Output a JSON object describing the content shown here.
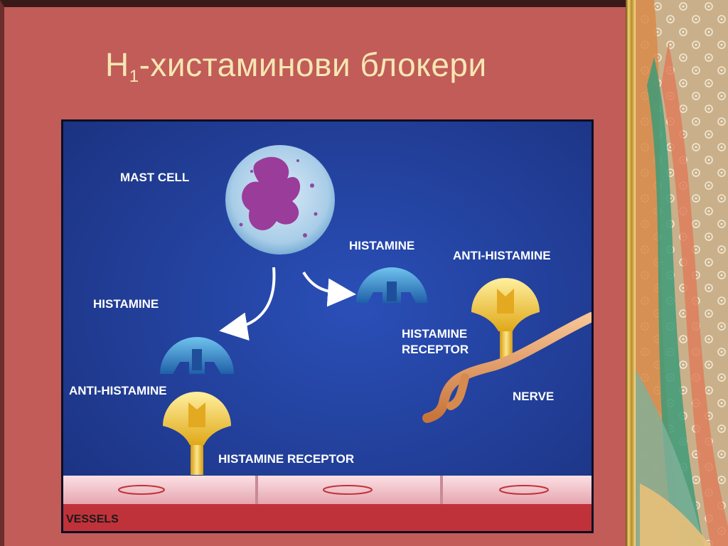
{
  "slide": {
    "title_main": "H",
    "title_sub": "1",
    "title_rest": "-хистаминови блокери"
  },
  "diagram": {
    "labels": {
      "mast_cell": "MAST CELL",
      "histamine_top": "HISTAMINE",
      "histamine_left": "HISTAMINE",
      "anti_histamine_right": "ANTI-HISTAMINE",
      "histamine_receptor_right_1": "HISTAMINE",
      "histamine_receptor_right_2": "RECEPTOR",
      "anti_histamine_left": "ANTI-HISTAMINE",
      "histamine_receptor_bottom": "HISTAMINE RECEPTOR",
      "nerve": "NERVE",
      "vessels": "VESSELS"
    },
    "colors": {
      "background": "#1f3d9a",
      "histamine": "#3f8fd0",
      "anti_histamine": "#f0c030",
      "nerve": "#e09a60",
      "vessel_wall": "#f3c6cc",
      "vessel_blood": "#c0323a",
      "mast_cell": "#b9d8ee",
      "nucleus": "#9a3c9a"
    }
  }
}
